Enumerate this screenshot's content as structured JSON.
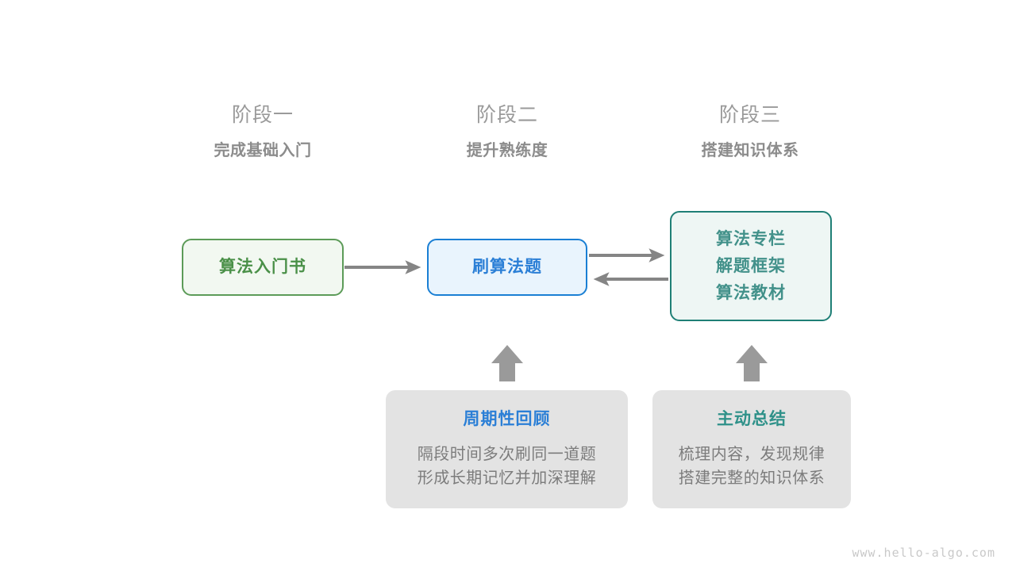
{
  "stages": [
    {
      "label": "阶段一",
      "subtitle": "完成基础入门"
    },
    {
      "label": "阶段二",
      "subtitle": "提升熟练度"
    },
    {
      "label": "阶段三",
      "subtitle": "搭建知识体系"
    }
  ],
  "nodes": {
    "book": {
      "text": "算法入门书"
    },
    "practice": {
      "text": "刷算法题"
    },
    "resources": {
      "line1": "算法专栏",
      "line2": "解题框架",
      "line3": "算法教材"
    }
  },
  "cards": [
    {
      "title": "周期性回顾",
      "line1": "隔段时间多次刷同一道题",
      "line2": "形成长期记忆并加深理解"
    },
    {
      "title": "主动总结",
      "line1": "梳理内容，发现规律",
      "line2": "搭建完整的知识体系"
    }
  ],
  "watermark": "www.hello-algo.com",
  "colors": {
    "green": "#4a9048",
    "green_border": "#5c9b58",
    "green_fill": "#f2f8f1",
    "blue": "#2b7fd6",
    "blue_border": "#1a7fd4",
    "blue_fill": "#e9f4fd",
    "teal": "#2e9189",
    "teal_border": "#1f7f76",
    "teal_fill": "#eef6f4",
    "arrow_gray": "#858585",
    "card_gray": "#e3e3e3",
    "text_gray": "#8c8c8c"
  }
}
